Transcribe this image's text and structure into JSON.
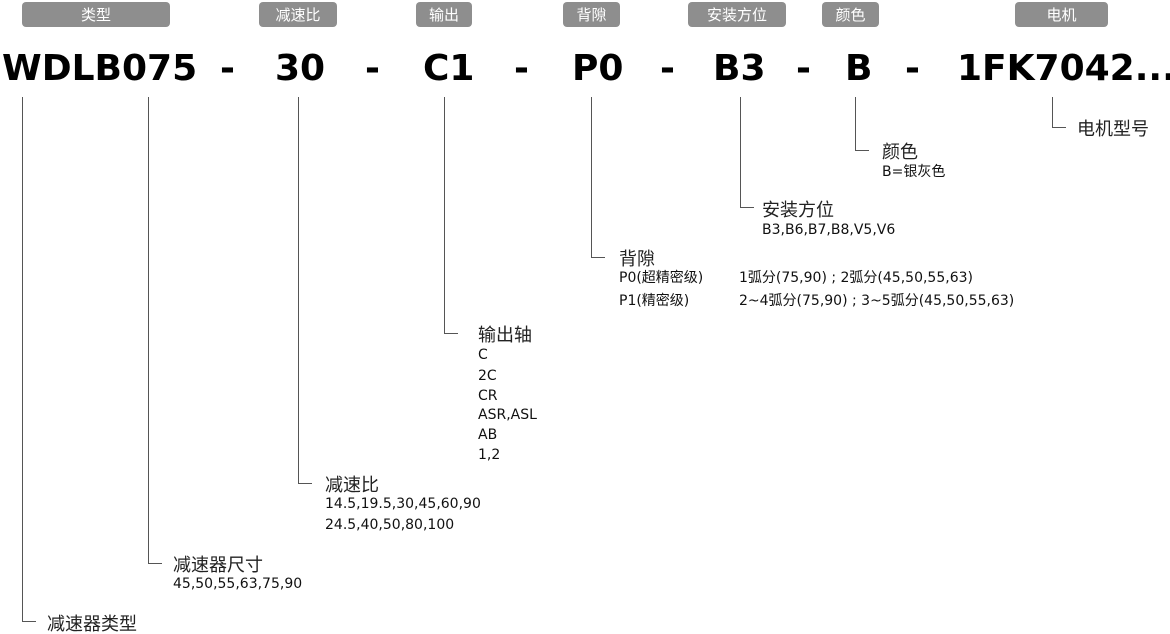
{
  "badges": [
    "类型",
    "减速比",
    "输出",
    "背隙",
    "安装方位",
    "颜色",
    "电机"
  ],
  "code": [
    "WDLB075",
    "-",
    "30",
    "-",
    "C1",
    "-",
    "P0",
    "-",
    "B3",
    "-",
    "B",
    "-",
    "1FK7042..."
  ],
  "labels": {
    "type": {
      "title": "减速器类型"
    },
    "size": {
      "title": "减速器尺寸",
      "lines": [
        "45,50,55,63,75,90"
      ]
    },
    "ratio": {
      "title": "减速比",
      "lines": [
        "14.5,19.5,30,45,60,90",
        "24.5,40,50,80,100"
      ]
    },
    "output": {
      "title": "输出轴",
      "lines": [
        "C",
        "2C",
        "CR",
        "ASR,ASL",
        "AB",
        "1,2"
      ]
    },
    "backlash": {
      "title": "背隙",
      "rows": [
        [
          "P0(超精密级)",
          "1弧分(75,90) ; 2弧分(45,50,55,63)"
        ],
        [
          "P1(精密级)",
          "2~4弧分(75,90) ; 3~5弧分(45,50,55,63)"
        ]
      ]
    },
    "mount": {
      "title": "安装方位",
      "lines": [
        "B3,B6,B7,B8,V5,V6"
      ]
    },
    "color": {
      "title": "颜色",
      "lines": [
        "B=银灰色"
      ]
    },
    "motor": {
      "title": "电机型号"
    }
  }
}
